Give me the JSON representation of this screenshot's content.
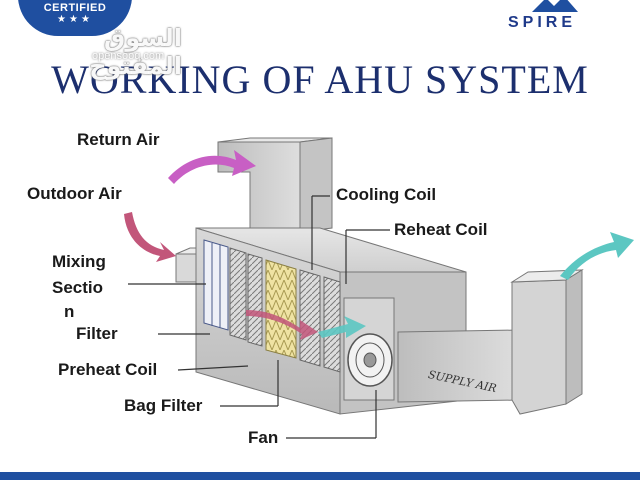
{
  "badge": {
    "text": "CERTIFIED",
    "stars": "★★★"
  },
  "watermark": {
    "arabic": "السوق المفتوح",
    "latin": "opensooq.com"
  },
  "brand": {
    "name": "SPIRE"
  },
  "title": "WORKING OF AHU SYSTEM",
  "labels": {
    "return_air": "Return Air",
    "outdoor_air": "Outdoor Air",
    "mixing_line1": "Mixing",
    "mixing_line2": "Sectio",
    "mixing_line3": "n",
    "filter": "Filter",
    "preheat_coil": "Preheat Coil",
    "bag_filter": "Bag Filter",
    "fan": "Fan",
    "cooling_coil": "Cooling Coil",
    "reheat_coil": "Reheat Coil",
    "supply_air": "SUPPLY AIR"
  },
  "colors": {
    "title": "#1c2f6e",
    "brand_blue": "#1f4fa0",
    "return_air_arrow": "#c85fc4",
    "outdoor_air_arrow": "#c2567a",
    "supply_arrow": "#5cc7c2",
    "unit_body": "#cfcfcf"
  },
  "icons": [
    "badge-icon",
    "spire-logo-icon",
    "return-air-arrow-icon",
    "outdoor-air-arrow-icon",
    "supply-air-arrow-icon"
  ]
}
